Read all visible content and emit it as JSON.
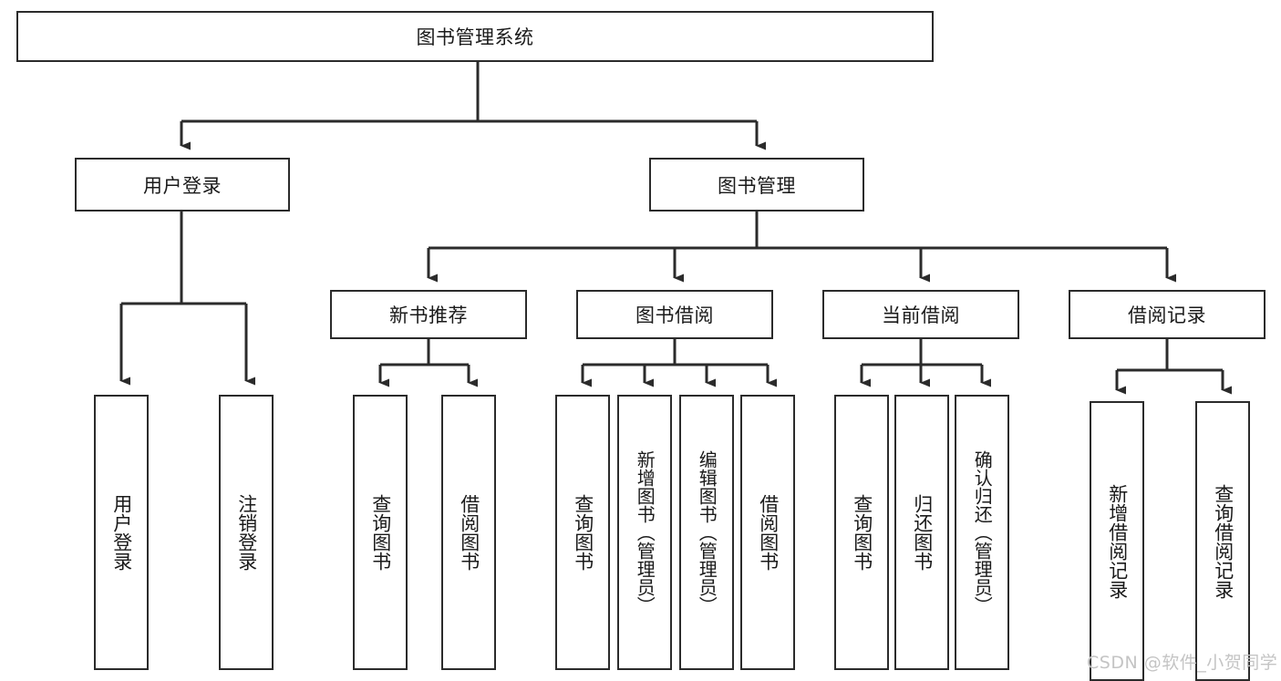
{
  "diagram": {
    "type": "tree-hierarchy-diagram",
    "title": "图书管理系统",
    "orientation": "top-down",
    "colors": {
      "box_border": "#2b2b2b",
      "box_fill": "#ffffff",
      "connector": "#2b2b2b",
      "text": "#1a1a1a",
      "background": "#ffffff",
      "watermark": "#c4c4c4"
    },
    "root": {
      "label": "图书管理系统",
      "name": "root-node-book-management-system"
    },
    "level2": [
      {
        "label": "用户登录",
        "name": "node-user-login"
      },
      {
        "label": "图书管理",
        "name": "node-book-management"
      }
    ],
    "level3": [
      {
        "label": "新书推荐",
        "name": "node-new-book-recommendation"
      },
      {
        "label": "图书借阅",
        "name": "node-book-borrowing"
      },
      {
        "label": "当前借阅",
        "name": "node-current-borrowing"
      },
      {
        "label": "借阅记录",
        "name": "node-borrowing-record"
      }
    ],
    "leaves": {
      "user_login": [
        {
          "label": "用户登录",
          "name": "leaf-user-login"
        },
        {
          "label": "注销登录",
          "name": "leaf-logout"
        }
      ],
      "new_book_recommendation": [
        {
          "label": "查询图书",
          "name": "leaf-query-book-recommend"
        },
        {
          "label": "借阅图书",
          "name": "leaf-borrow-book-recommend"
        }
      ],
      "book_borrowing": [
        {
          "label": "查询图书",
          "name": "leaf-query-book-borrowing"
        },
        {
          "label": "新增图书（管理员）",
          "name": "leaf-add-book-admin"
        },
        {
          "label": "编辑图书（管理员）",
          "name": "leaf-edit-book-admin"
        },
        {
          "label": "借阅图书",
          "name": "leaf-borrow-book-borrowing"
        }
      ],
      "current_borrowing": [
        {
          "label": "查询图书",
          "name": "leaf-query-book-current"
        },
        {
          "label": "归还图书",
          "name": "leaf-return-book"
        },
        {
          "label": "确认归还（管理员）",
          "name": "leaf-confirm-return-admin"
        }
      ],
      "borrowing_record": [
        {
          "label": "新增借阅记录",
          "name": "leaf-add-borrowing-record"
        },
        {
          "label": "查询借阅记录",
          "name": "leaf-query-borrowing-record"
        }
      ]
    }
  },
  "watermark": {
    "text": "CSDN @软件_小贺同学"
  }
}
